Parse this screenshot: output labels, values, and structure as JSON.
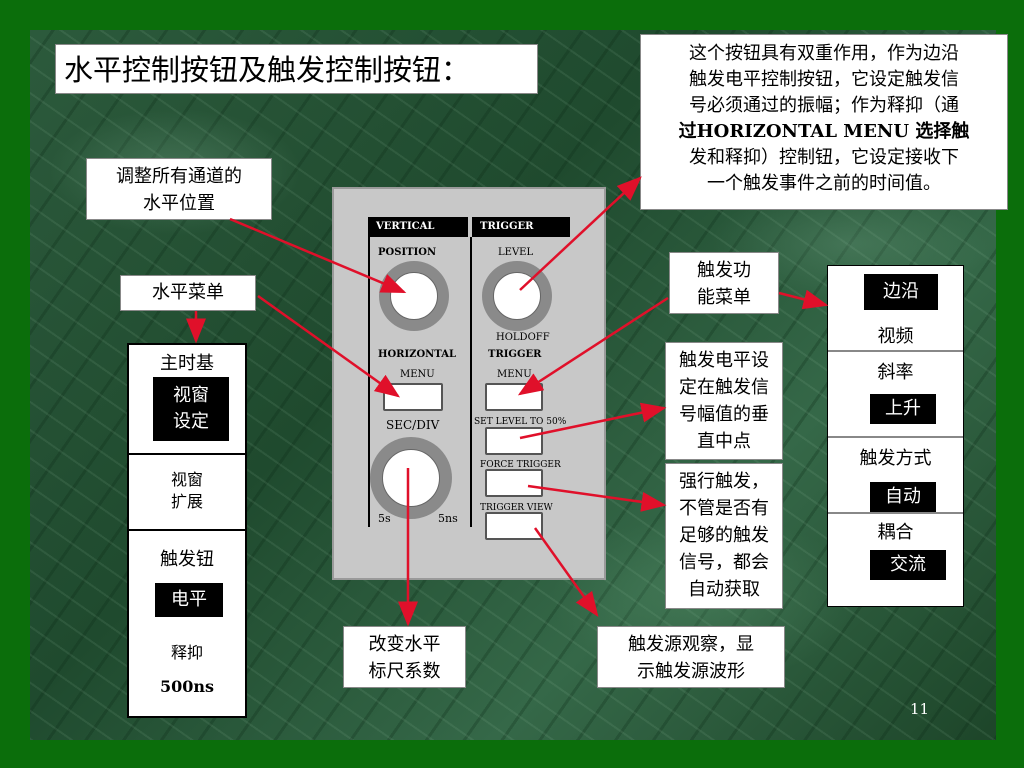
{
  "title": "水平控制按钮及触发控制按钮：",
  "notes": {
    "level_knob": [
      "这个按钮具有双重作用，作为边沿",
      "触发电平控制按钮，它设定触发信",
      "号必须通过的振幅；作为释抑（通",
      "过HORIZONTAL MENU 选择触",
      "发和释抑）控制钮，它设定接收下",
      "一个触发事件之前的时间值。"
    ],
    "h_position": [
      "调整所有通道的",
      "水平位置"
    ],
    "h_menu": "水平菜单",
    "trig_menu": [
      "触发功",
      "能菜单"
    ],
    "set_level": [
      "触发电平设",
      "定在触发信",
      "号幅值的垂",
      "直中点"
    ],
    "force_trigger": [
      "强行触发，",
      "不管是否有",
      "足够的触发",
      "信号，都会",
      "自动获取"
    ],
    "sec_div": [
      "改变水平",
      "标尺系数"
    ],
    "trigger_view": [
      "触发源观察，显",
      "示触发源波形"
    ]
  },
  "panel": {
    "vertical": "VERTICAL",
    "trigger": "TRIGGER",
    "position": "POSITION",
    "level": "LEVEL",
    "holdoff": "HOLDOFF",
    "horizontal": "HORIZONTAL",
    "trigger2": "TRIGGER",
    "menu_h": "MENU",
    "menu_t": "MENU",
    "secdiv": "SEC/DIV",
    "set50": "SET LEVEL TO 50%",
    "force": "FORCE TRIGGER",
    "tview": "TRIGGER VIEW",
    "s5": "5s",
    "ns5": "5ns"
  },
  "left_menu": {
    "main": "主时基",
    "window_set": [
      "视窗",
      "设定"
    ],
    "window_expand": [
      "视窗",
      "扩展"
    ],
    "trig_knob": "触发钮",
    "level": "电平",
    "holdoff": "释抑",
    "holdoff_value": "500ns"
  },
  "right_menu": {
    "edge": "边沿",
    "video": "视频",
    "slope": "斜率",
    "rising": "上升",
    "mode": "触发方式",
    "auto": "自动",
    "coupling": "耦合",
    "ac": "交流"
  },
  "page_number": "11",
  "colors": {
    "frame": "#0b6e0b",
    "arrow": "#e0102a",
    "panel": "#c8c8c8"
  }
}
